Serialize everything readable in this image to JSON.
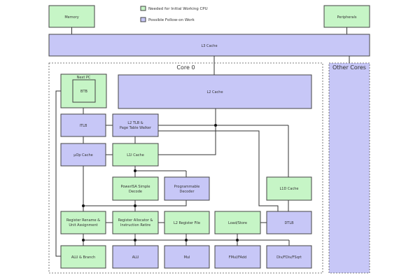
{
  "colors": {
    "required": "#c6f5c6",
    "optional": "#c7c7f7"
  },
  "legend": {
    "required_label": "Needed for Initial Working CPU",
    "optional_label": "Possible Follow-on Work"
  },
  "regions": {
    "core_title": "Core 0",
    "other_cores_title": "Other Cores"
  },
  "blocks": {
    "memory": "Memory",
    "peripherals": "Peripherals",
    "l3_cache": "L3 Cache",
    "next_pc": "Next PC",
    "btb": "BTB",
    "l2_cache": "L2 Cache",
    "itlb": "ITLB",
    "l2_tlb_1": "L2 TLB &",
    "l2_tlb_2": "Page Table Walker",
    "uop_cache": "μOp Cache",
    "l1i_cache": "L1I Cache",
    "power_decode_1": "PowerISA Simple",
    "power_decode_2": "Decode",
    "prog_decoder_1": "Programmable",
    "prog_decoder_2": "Decoder",
    "l1d_cache": "L1D Cache",
    "rename_1": "Register Rename &",
    "rename_2": "Unit Assignment",
    "allocator_1": "Register Allocator &",
    "allocator_2": "Instruction Retire",
    "l2_regfile": "L2 Register File",
    "load_store": "Load/Store",
    "dtlb": "DTLB",
    "alu_branch": "ALU & Branch",
    "alu": "ALU",
    "mul": "Mul",
    "fmul_fadd": "FMul/FAdd",
    "div": "Div/FDiv/FSqrt"
  }
}
